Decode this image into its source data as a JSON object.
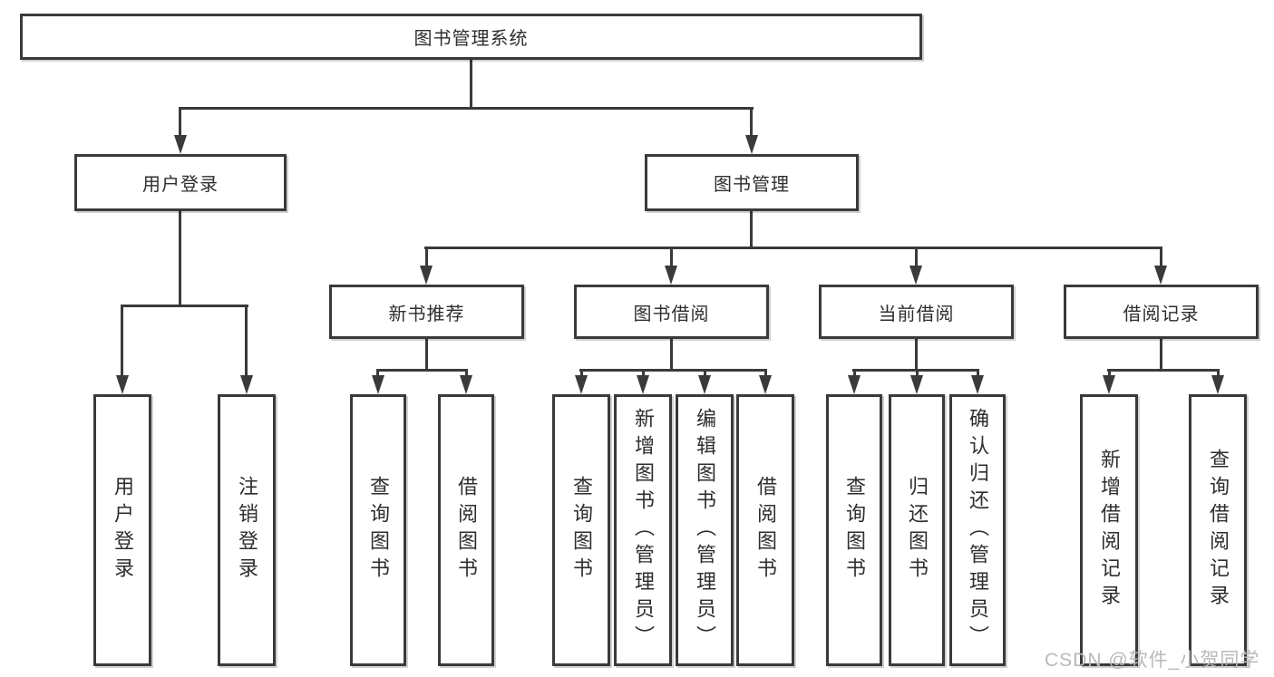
{
  "diagram": {
    "colors": {
      "line": "#3a3a3a",
      "box_border": "#3a3a3a",
      "background": "#ffffff",
      "text": "#2e2e2e"
    },
    "root": {
      "label": "图书管理系统"
    },
    "level2": [
      {
        "label": "用户登录"
      },
      {
        "label": "图书管理"
      }
    ],
    "level3": [
      {
        "label": "新书推荐"
      },
      {
        "label": "图书借阅"
      },
      {
        "label": "当前借阅"
      },
      {
        "label": "借阅记录"
      }
    ],
    "leaves": {
      "user_login": [
        "用户登录",
        "注销登录"
      ],
      "new_book_recommend": [
        "查询图书",
        "借阅图书"
      ],
      "book_borrowing": [
        "查询图书",
        "新增图书（管理员）",
        "编辑图书（管理员）",
        "借阅图书"
      ],
      "current_borrowing": [
        "查询图书",
        "归还图书",
        "确认归还（管理员）"
      ],
      "borrowing_records": [
        "新增借阅记录",
        "查询借阅记录"
      ]
    }
  },
  "watermark": {
    "text": "CSDN @软件_小贺同学",
    "color": "#b9b9b9"
  }
}
